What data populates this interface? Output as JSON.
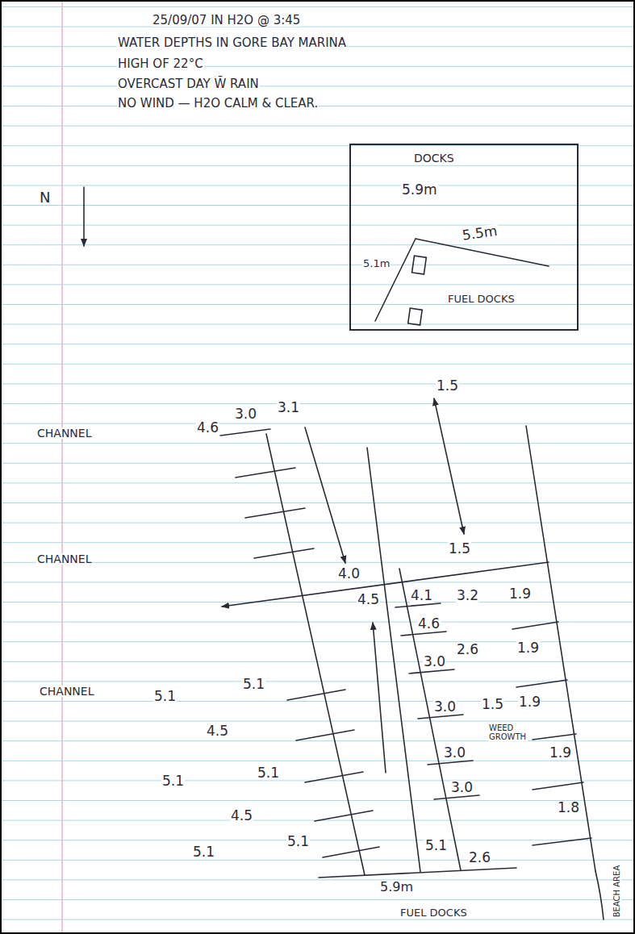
{
  "diagram": {
    "title": "WATER DEPTHS IN GORE BAY MARINA",
    "nodes": [
      {
        "text": [
          "DOCKS",
          "5.9m",
          "5.5m",
          "5.1m",
          "FUEL DOCKS"
        ]
      }
    ],
    "labels": [
      "25/09/07 IN H2O @ 3:45",
      "HIGH OF 22°C",
      "OVERCAST DAY W̄ RAIN",
      "NO WIND — H2O CALM & CLEAR.",
      "N",
      "CHANNEL",
      "CHANNEL",
      "CHANNEL",
      "4.6",
      "3.0",
      "3.1",
      "1.5",
      "1.5",
      "4.0",
      "4.5",
      "4.1",
      "3.2",
      "1.9",
      "4.6",
      "2.6",
      "1.9",
      "3.0",
      "1.5",
      "1.9",
      "3.0",
      "WEED GROWTH",
      "1.9",
      "3.0",
      "3.0",
      "1.8",
      "5.1",
      "2.6",
      "5.9m",
      "FUEL DOCKS",
      "BEACH AREA",
      "5.1",
      "5.1",
      "4.5",
      "5.1",
      "5.1",
      "4.5",
      "5.1",
      "5.1"
    ]
  }
}
